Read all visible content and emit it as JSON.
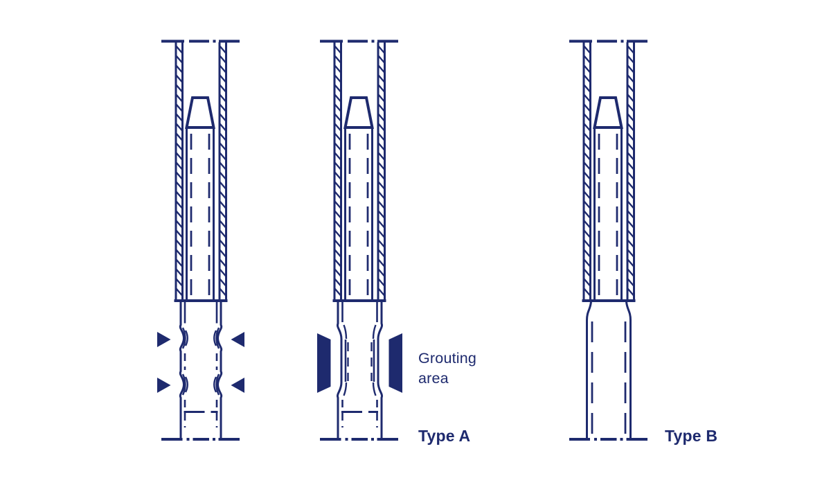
{
  "page": {
    "background": "#ffffff",
    "ink_color": "#1e2a6e"
  },
  "figure": {
    "annotation": {
      "line1": "Grouting",
      "line2": "area"
    },
    "diagrams": [
      {
        "name": "sleeve-pipe-with-two-grout-bulges",
        "label": ""
      },
      {
        "name": "type-a-grouted-section",
        "label": "Type A"
      },
      {
        "name": "type-b-full-grout-column",
        "label": "Type B"
      }
    ]
  }
}
